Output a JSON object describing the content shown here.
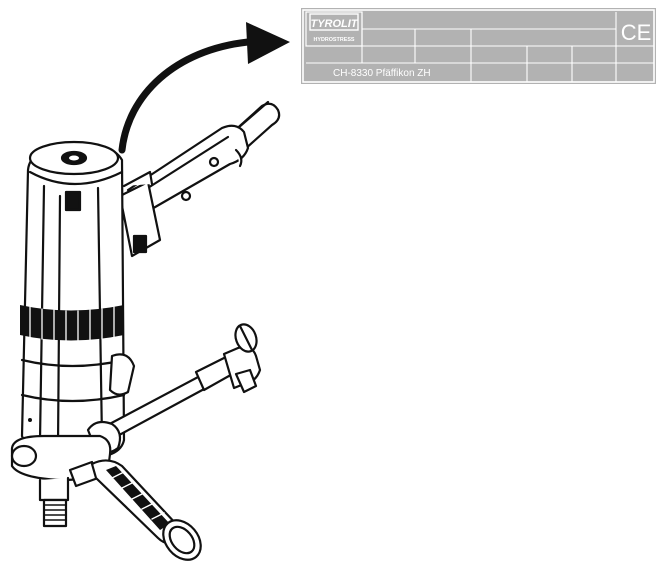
{
  "nameplate": {
    "brand": "TYROLIT",
    "sub_brand": "HYDROSTRESS",
    "ce_mark": "CE",
    "address": "CH-8330 Pfäffikon ZH",
    "colors": {
      "plate": "#b2b2b2",
      "lines": "#ffffff",
      "text": "#ffffff"
    }
  },
  "figure": {
    "arrow_icon": "curved-arrow-icon",
    "tool_icon": "core-drill-motor-icon",
    "colors": {
      "ink": "#111111",
      "paper": "#ffffff"
    }
  }
}
